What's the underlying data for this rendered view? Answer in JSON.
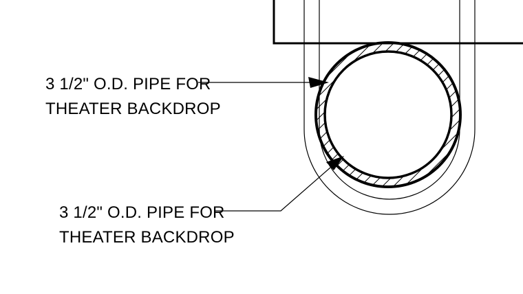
{
  "drawing": {
    "line_color": "#000000",
    "background": "#ffffff",
    "callouts": [
      {
        "line1": "3 1/2\" O.D. PIPE FOR",
        "line2": "THEATER BACKDROP"
      },
      {
        "line1": "3 1/2\" O.D. PIPE FOR",
        "line2": "THEATER BACKDROP"
      }
    ]
  }
}
